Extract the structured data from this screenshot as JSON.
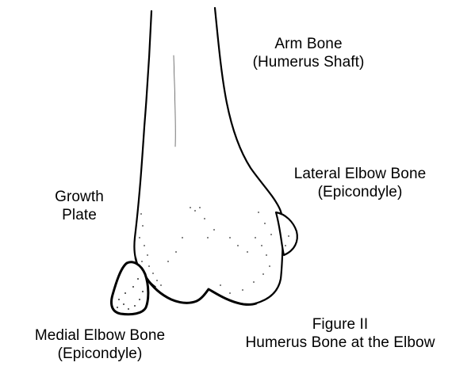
{
  "labels": {
    "arm_bone": {
      "line1": "Arm Bone",
      "line2": "(Humerus Shaft)"
    },
    "lateral": {
      "line1": "Lateral Elbow Bone",
      "line2": "(Epicondyle)"
    },
    "growth_plate": {
      "line1": "Growth",
      "line2": "Plate"
    },
    "medial": {
      "line1": "Medial Elbow Bone",
      "line2": "(Epicondyle)"
    },
    "figure": {
      "line1": "Figure II",
      "line2": "Humerus Bone at the Elbow"
    }
  },
  "colors": {
    "ink": "#000000",
    "paper": "#ffffff",
    "stipple": "#333333"
  }
}
